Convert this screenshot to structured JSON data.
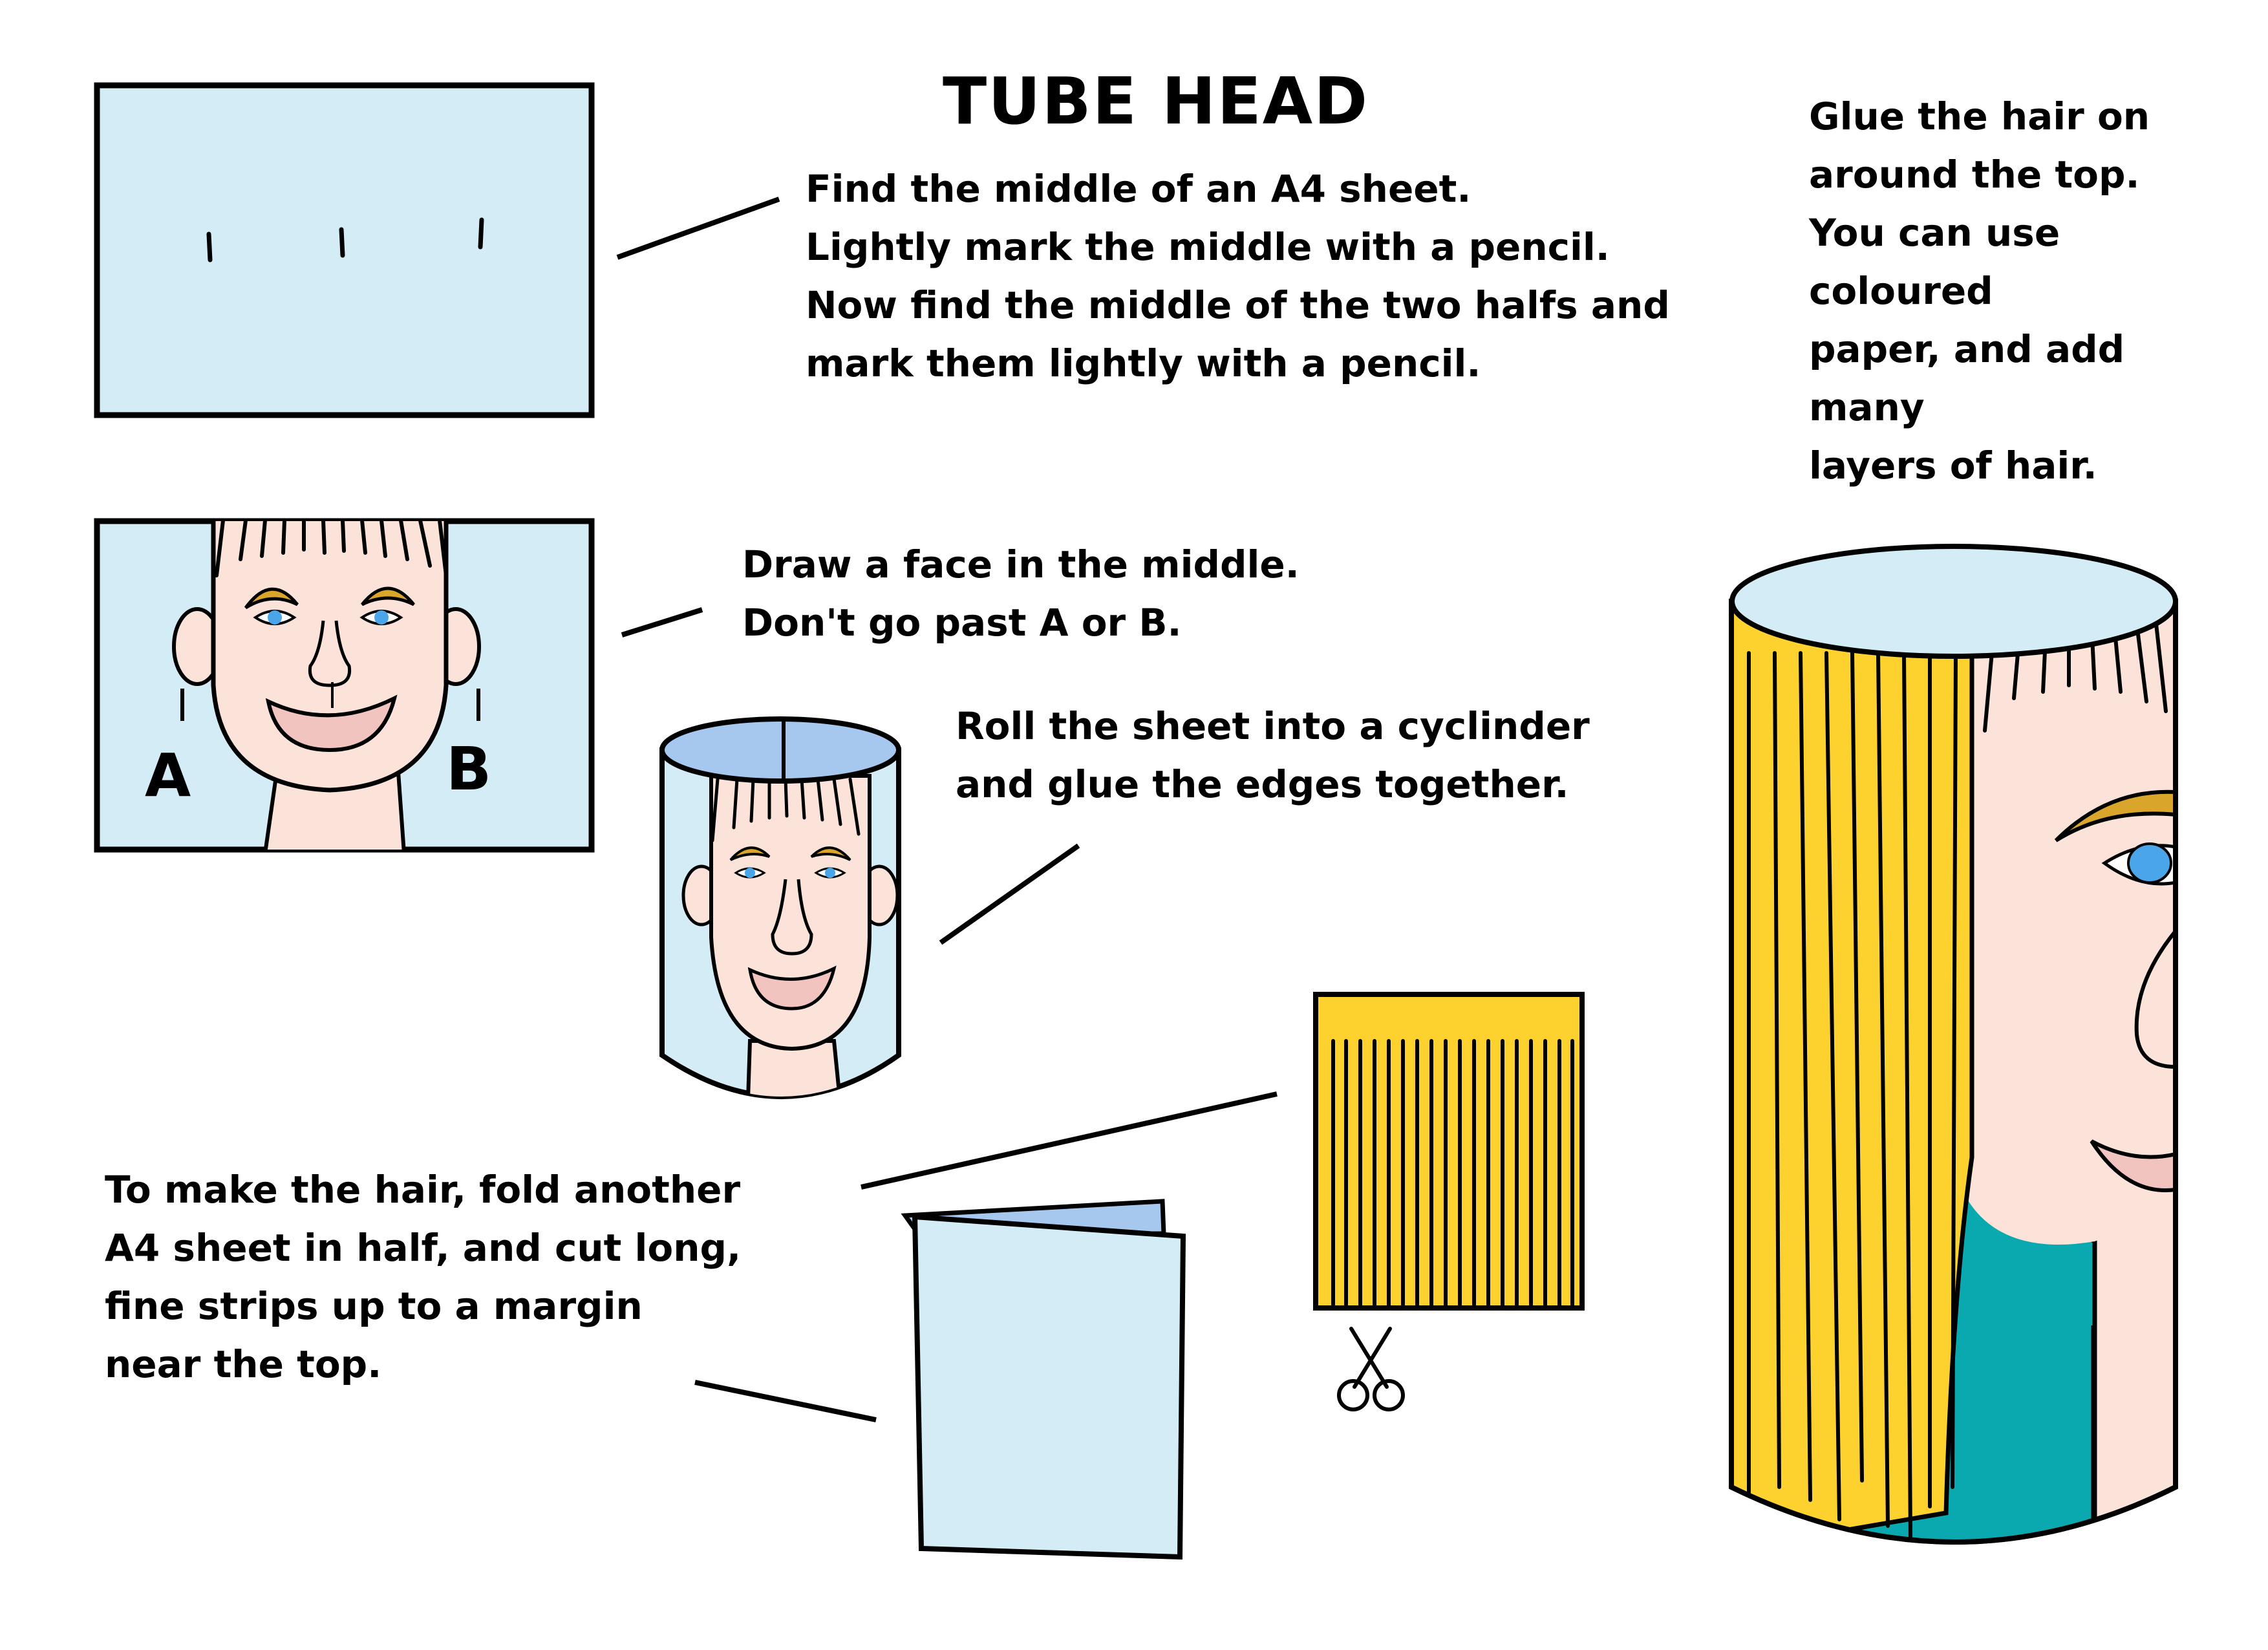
{
  "title": "TUBE HEAD",
  "steps": {
    "mark_sheet": [
      "Find the middle of an A4 sheet.",
      "Lightly mark the middle with a pencil.",
      "Now find the middle of the two halfs and",
      "mark them lightly with a pencil."
    ],
    "draw_face": [
      "Draw a face in the middle.",
      "Don't go past A or B."
    ],
    "roll_sheet": [
      "Roll the sheet into a cyclinder",
      "and glue the edges together."
    ],
    "make_hair": [
      "To make the hair, fold another",
      "A4 sheet in half, and cut long,",
      "fine strips up to a margin",
      "near the top."
    ],
    "glue_hair": [
      "Glue the hair on",
      "around the top.",
      "You can use",
      "coloured",
      "paper, and add",
      "many",
      "layers of hair."
    ]
  },
  "labels": {
    "a": "A",
    "b": "B"
  },
  "icons": {
    "sheet_marked": "a4-sheet-with-pencil-marks",
    "sheet_face": "a4-sheet-with-face",
    "cylinder": "rolled-cylinder-with-face",
    "folded_sheet": "folded-a4-sheet",
    "hair_fringe": "cut-paper-hair-fringe",
    "scissors": "scissors-icon",
    "finished_head": "finished-tube-head"
  },
  "colors": {
    "paper": "#d4ecf5",
    "paper_top": "#a6c8ee",
    "skin": "#fbe3da",
    "lips": "#f2c4c0",
    "hair_yellow": "#fdd22e",
    "hair_dark": "#f0b81a",
    "eyebrow": "#d9a52a",
    "eye": "#4aa6e8",
    "shirt": "#0aa9b0",
    "ink": "#000000"
  }
}
